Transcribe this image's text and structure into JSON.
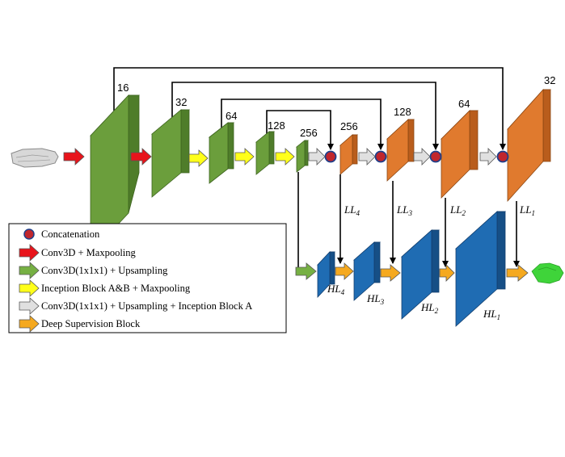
{
  "encoder_channels": [
    "16",
    "32",
    "64",
    "128",
    "256"
  ],
  "decoder_channels": [
    "256",
    "128",
    "64",
    "32"
  ],
  "low_level_labels": [
    {
      "base": "LL",
      "sub": "4"
    },
    {
      "base": "LL",
      "sub": "3"
    },
    {
      "base": "LL",
      "sub": "2"
    },
    {
      "base": "LL",
      "sub": "1"
    }
  ],
  "high_level_labels": [
    {
      "base": "HL",
      "sub": "4"
    },
    {
      "base": "HL",
      "sub": "3"
    },
    {
      "base": "HL",
      "sub": "2"
    },
    {
      "base": "HL",
      "sub": "1"
    }
  ],
  "legend": [
    {
      "label": "Concatenation",
      "symbol": "circle",
      "color": "#c0262d"
    },
    {
      "label": "Conv3D + Maxpooling",
      "symbol": "arrow",
      "color": "#e8141b"
    },
    {
      "label": "Conv3D(1x1x1) + Upsampling",
      "symbol": "arrow",
      "color": "#76b043"
    },
    {
      "label": "Inception Block A&B + Maxpooling",
      "symbol": "arrow",
      "color": "#ffff1a"
    },
    {
      "label": "Conv3D(1x1x1)  + Upsampling + Inception Block A",
      "symbol": "arrow",
      "color": "#e0e0e0"
    },
    {
      "label": "Deep Supervision Block",
      "symbol": "arrow",
      "color": "#f5a91f"
    }
  ],
  "colors": {
    "encoder": "#6b9e3c",
    "decoder": "#e07a2e",
    "supervision": "#1f6cb3",
    "concat": "#c0262d",
    "output_blob": "#3fd43a",
    "input_blob": "#d8d8d8"
  }
}
